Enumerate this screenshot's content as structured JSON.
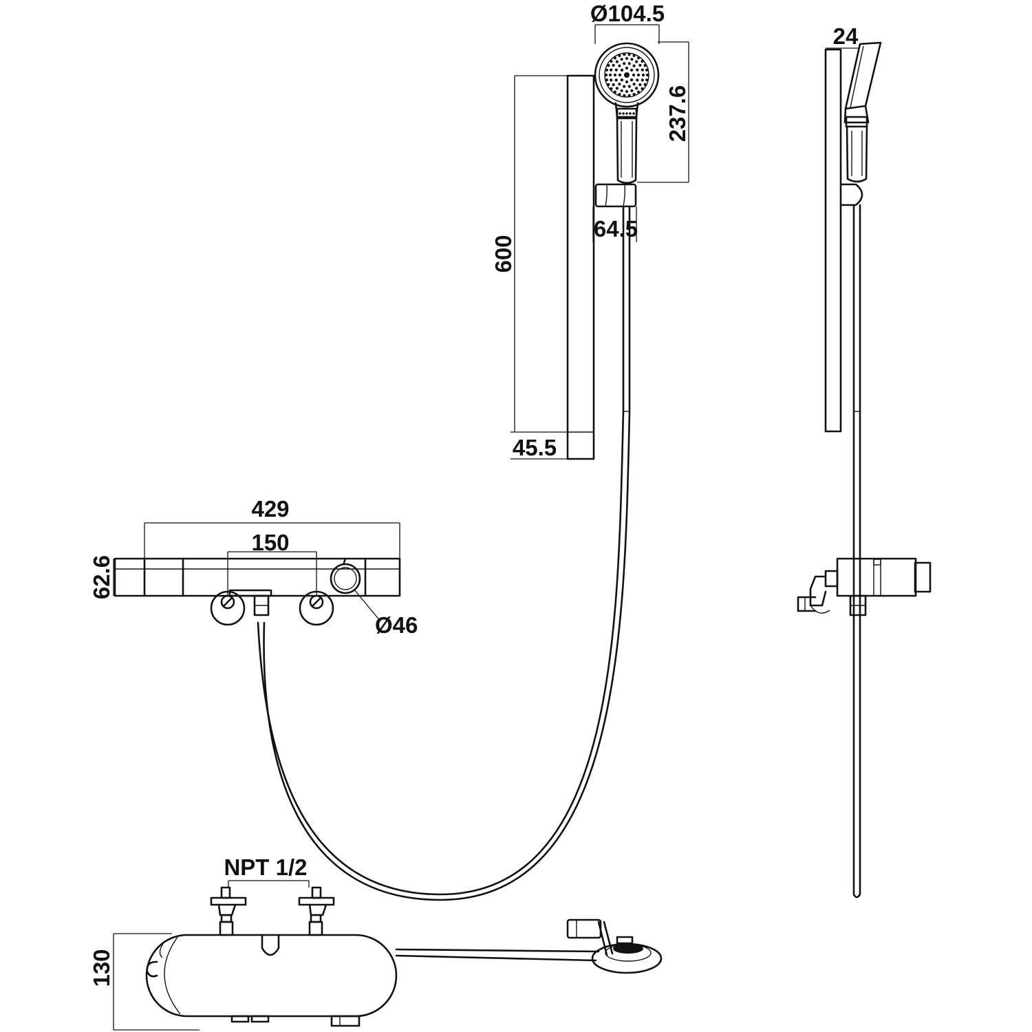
{
  "dimensions": {
    "head_diameter": "Ø104.5",
    "handset_length": "237.6",
    "holder_width": "64.5",
    "rail_length": "600",
    "rail_width": "45.5",
    "profile_depth": "24",
    "body_length": "429",
    "inlet_spacing": "150",
    "body_height": "62.6",
    "knob_diameter": "Ø46",
    "thread": "NPT 1/2",
    "plan_depth": "130"
  }
}
